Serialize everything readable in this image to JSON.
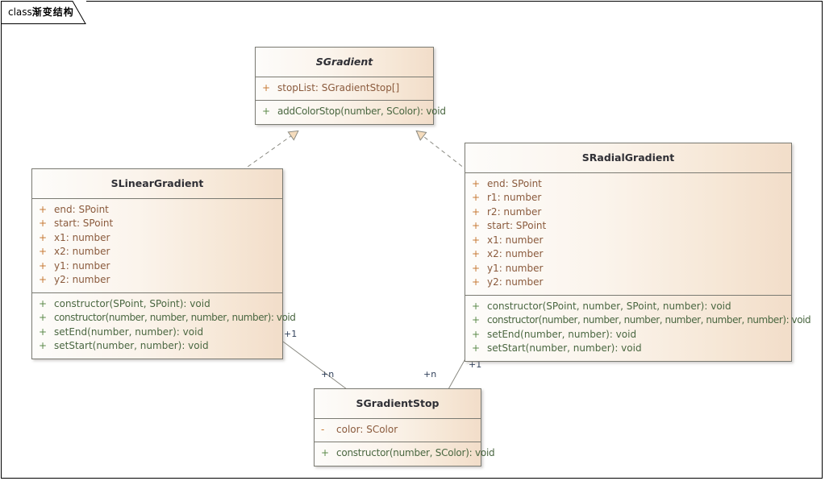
{
  "frame": {
    "keyword": "class",
    "name": "渐变结构"
  },
  "colors": {
    "frame_border": "#000000",
    "class_border": "#7a7a72",
    "fill_left": "#fdfcfa",
    "fill_right": "#f2ddc9",
    "attribute_text": "#8a5a3c",
    "attribute_visibility": "#c77a35",
    "operation_text": "#4a6741",
    "operation_visibility": "#5c8a4a",
    "class_name_text": "#2f2f35",
    "connector_line": "#8a8a82",
    "arrow_fill": "#f5dcbd",
    "multiplicity_text": "#30405a"
  },
  "classes": {
    "sgradient": {
      "name": "SGradient",
      "abstract": true,
      "attributes": [
        {
          "visibility": "+",
          "text": "stopList: SGradientStop[]"
        }
      ],
      "operations": [
        {
          "visibility": "+",
          "text": "addColorStop(number, SColor): void"
        }
      ]
    },
    "slineargradient": {
      "name": "SLinearGradient",
      "abstract": false,
      "attributes": [
        {
          "visibility": "+",
          "text": "end: SPoint"
        },
        {
          "visibility": "+",
          "text": "start: SPoint"
        },
        {
          "visibility": "+",
          "text": "x1: number"
        },
        {
          "visibility": "+",
          "text": "x2: number"
        },
        {
          "visibility": "+",
          "text": "y1: number"
        },
        {
          "visibility": "+",
          "text": "y2: number"
        }
      ],
      "operations": [
        {
          "visibility": "+",
          "text": "constructor(SPoint, SPoint): void"
        },
        {
          "visibility": "+",
          "text": "constructor(number, number, number, number): void"
        },
        {
          "visibility": "+",
          "text": "setEnd(number, number): void"
        },
        {
          "visibility": "+",
          "text": "setStart(number, number): void"
        }
      ]
    },
    "sradialgradient": {
      "name": "SRadialGradient",
      "abstract": false,
      "attributes": [
        {
          "visibility": "+",
          "text": "end: SPoint"
        },
        {
          "visibility": "+",
          "text": "r1: number"
        },
        {
          "visibility": "+",
          "text": "r2: number"
        },
        {
          "visibility": "+",
          "text": "start: SPoint"
        },
        {
          "visibility": "+",
          "text": "x1: number"
        },
        {
          "visibility": "+",
          "text": "x2: number"
        },
        {
          "visibility": "+",
          "text": "y1: number"
        },
        {
          "visibility": "+",
          "text": "y2: number"
        }
      ],
      "operations": [
        {
          "visibility": "+",
          "text": "constructor(SPoint, number, SPoint, number): void"
        },
        {
          "visibility": "+",
          "text": "constructor(number, number, number, number, number, number): void"
        },
        {
          "visibility": "+",
          "text": "setEnd(number, number): void"
        },
        {
          "visibility": "+",
          "text": "setStart(number, number): void"
        }
      ]
    },
    "sgradientstop": {
      "name": "SGradientStop",
      "abstract": false,
      "attributes": [
        {
          "visibility": "-",
          "text": "color: SColor"
        }
      ],
      "operations": [
        {
          "visibility": "+",
          "text": "constructor(number, SColor): void"
        }
      ]
    }
  },
  "connectors": [
    {
      "id": "linear-realizes-gradient",
      "type": "realization",
      "from": "SLinearGradient",
      "to": "SGradient",
      "style": "dashed",
      "arrow": "hollow-triangle"
    },
    {
      "id": "radial-realizes-gradient",
      "type": "realization",
      "from": "SRadialGradient",
      "to": "SGradient",
      "style": "dashed",
      "arrow": "hollow-triangle"
    },
    {
      "id": "linear-has-stops",
      "type": "association",
      "from": "SLinearGradient",
      "to": "SGradientStop",
      "style": "solid",
      "source_multiplicity": "+1",
      "target_multiplicity": "+n"
    },
    {
      "id": "radial-has-stops",
      "type": "association",
      "from": "SRadialGradient",
      "to": "SGradientStop",
      "style": "solid",
      "source_multiplicity": "+1",
      "target_multiplicity": "+n"
    }
  ],
  "multiplicity_labels": {
    "linear_source": "+1",
    "linear_target": "+n",
    "radial_source": "+1",
    "radial_target": "+n"
  }
}
